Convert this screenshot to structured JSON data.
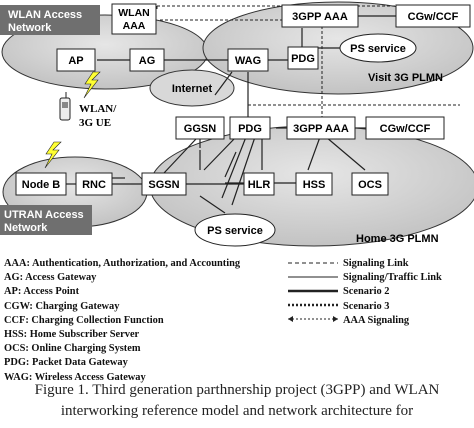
{
  "regions": {
    "wlan_access": "WLAN Access\nNetwork",
    "visit": "Visit 3G PLMN",
    "utran": "UTRAN Access\nNetwork",
    "home": "Home 3G PLMN",
    "internet": "Internet"
  },
  "nodes": {
    "wlan_aaa": "WLAN\nAAA",
    "ap": "AP",
    "ag": "AG",
    "wag": "WAG",
    "pdg_top": "PDG",
    "aaa_top": "3GPP AAA",
    "cgw_top": "CGw/CCF",
    "ps_visit": "PS service",
    "wlan_ue": "WLAN/\n3G UE",
    "ggsn": "GGSN",
    "pdg_mid": "PDG",
    "aaa_mid": "3GPP AAA",
    "cgw_mid": "CGw/CCF",
    "nodeb": "Node B",
    "rnc": "RNC",
    "sgsn": "SGSN",
    "hlr": "HLR",
    "hss": "HSS",
    "ocs": "OCS",
    "ps_home": "PS service"
  },
  "legend_abbrev": [
    "AAA: Authentication, Authorization, and Accounting",
    "AG: Access Gateway",
    "AP: Access Point",
    "CGW: Charging Gateway",
    "CCF: Charging Collection Function",
    "HSS: Home Subscriber Server",
    "OCS: Online Charging System",
    "PDG: Packet Data Gateway",
    "WAG: Wireless Access Gateway"
  ],
  "legend_lines": [
    "Signaling Link",
    "Signaling/Traffic Link",
    "Scenario 2",
    "Scenario 3",
    "AAA Signaling"
  ],
  "caption": [
    "Figure 1.   Third generation parthnership project (3GPP) and WLAN",
    "interworking reference model and network architecture for"
  ]
}
